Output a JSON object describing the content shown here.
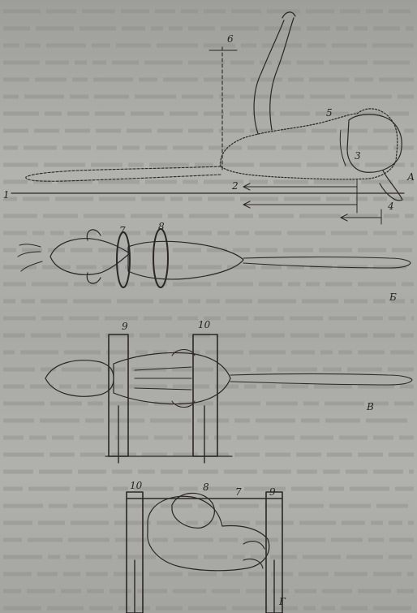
{
  "labels": {
    "fig_a": "А",
    "fig_b": "Б",
    "fig_v": "В",
    "fig_g": "Г",
    "n1": "1",
    "n2": "2",
    "n3": "3",
    "n4": "4",
    "n5": "5",
    "n6": "6",
    "n7": "7",
    "n8": "8",
    "n9": "9",
    "n10": "10",
    "g10": "10",
    "g8": "8",
    "g7": "7",
    "g9": "9"
  },
  "colors": {
    "paper": "#aaaaa6",
    "ink": "#2a2826",
    "background_text": "#8e8e8a"
  }
}
